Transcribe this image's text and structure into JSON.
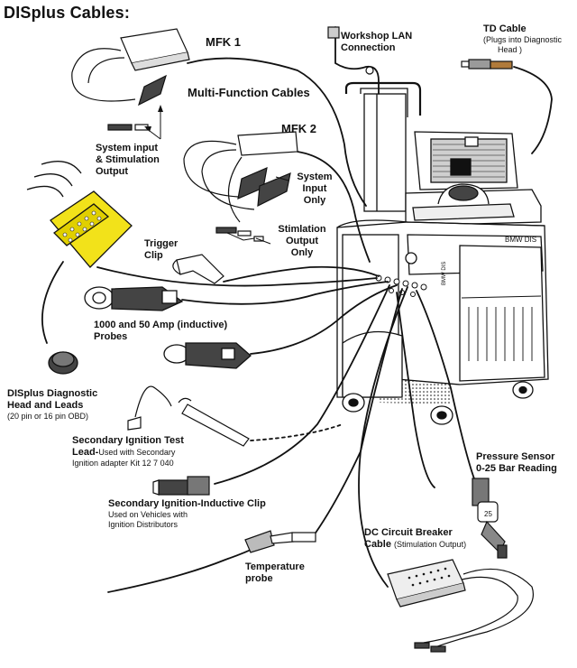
{
  "title": "DISplus Cables:",
  "labels": {
    "mfk1": "MFK 1",
    "mfk2": "MFK 2",
    "multi_function": "Multi-Function Cables",
    "workshop_lan_1": "Workshop LAN",
    "workshop_lan_2": "Connection",
    "td_cable": "TD Cable",
    "td_cable_note_1": "(Plugs into Diagnostic",
    "td_cable_note_2": "Head )",
    "system_input_stim_1": "System input",
    "system_input_stim_2": "& Stimulation",
    "system_input_stim_3": "Output",
    "system_input_only_1": "System",
    "system_input_only_2": "Input",
    "system_input_only_3": "Only",
    "stim_output_only_1": "Stimlation",
    "stim_output_only_2": "Output",
    "stim_output_only_3": "Only",
    "trigger_clip_1": "Trigger",
    "trigger_clip_2": "Clip",
    "probes_1": "1000 and 50 Amp (inductive)",
    "probes_2": "Probes",
    "diag_head_1": "DISplus Diagnostic",
    "diag_head_2": "Head and Leads",
    "diag_head_note": "(20 pin or 16 pin OBD)",
    "sec_ign_test_bold": "Secondary Ignition Test",
    "sec_ign_test_lead": "Lead-",
    "sec_ign_test_note_1": "Used with Secondary",
    "sec_ign_test_note_2": "Ignition adapter Kit 12 7 040",
    "sec_ign_clip": "Secondary Ignition-Inductive Clip",
    "sec_ign_clip_note_1": "Used on Vehicles with",
    "sec_ign_clip_note_2": "Ignition Distributors",
    "temp_probe_1": "Temperature",
    "temp_probe_2": "probe",
    "pressure_1": "Pressure Sensor",
    "pressure_2": "0-25 Bar Reading",
    "dc_breaker_1": "DC Circuit Breaker",
    "dc_breaker_2": "Cable",
    "dc_breaker_note": "(Stimulation Output)",
    "cart_brand": "BMW DIS",
    "cart_brand_side": "BMW DIS",
    "sensor_mark": "25"
  },
  "colors": {
    "line": "#111111",
    "diag_head_yellow": "#f2e21a",
    "td_cable_brown": "#b07a3a",
    "grey": "#9a9a9a"
  }
}
